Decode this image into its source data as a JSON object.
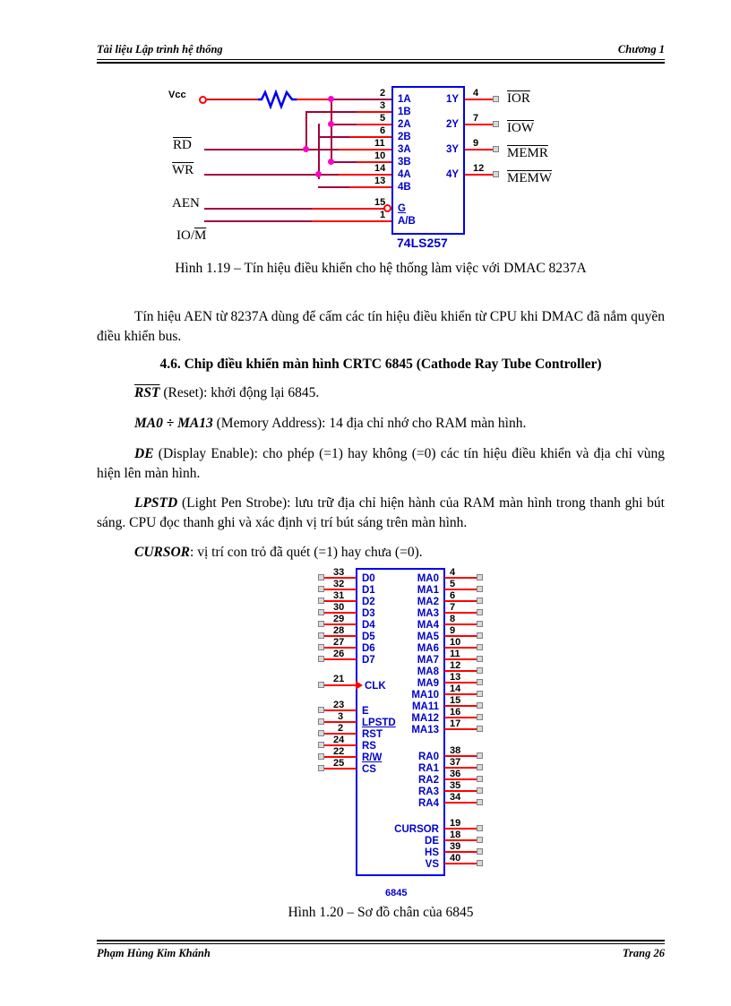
{
  "header": {
    "left": "Tài liệu Lập trình hệ thống",
    "right": "Chương 1"
  },
  "footer": {
    "left": "Phạm Hùng Kim Khánh",
    "right": "Trang 26"
  },
  "figure_1_19": {
    "chip_name": "74LS257",
    "vcc_label": "Vcc",
    "inputs_left": [
      {
        "label": "RD",
        "overline": true
      },
      {
        "label": "WR",
        "overline": true
      },
      {
        "label": "AEN",
        "overline": false
      },
      {
        "label": "IO/M",
        "overline_part": "M"
      }
    ],
    "chip_inputs": [
      {
        "pin": "2",
        "name": "1A"
      },
      {
        "pin": "3",
        "name": "1B"
      },
      {
        "pin": "5",
        "name": "2A"
      },
      {
        "pin": "6",
        "name": "2B"
      },
      {
        "pin": "11",
        "name": "3A"
      },
      {
        "pin": "10",
        "name": "3B"
      },
      {
        "pin": "14",
        "name": "4A"
      },
      {
        "pin": "13",
        "name": "4B"
      }
    ],
    "chip_control": [
      {
        "pin": "15",
        "name": "G",
        "inverted": true
      },
      {
        "pin": "1",
        "name": "A/B",
        "inverted": false
      }
    ],
    "chip_outputs": [
      {
        "pin": "4",
        "name": "1Y",
        "signal": "IOR"
      },
      {
        "pin": "7",
        "name": "2Y",
        "signal": "IOW"
      },
      {
        "pin": "9",
        "name": "3Y",
        "signal": "MEMR"
      },
      {
        "pin": "12",
        "name": "4Y",
        "signal": "MEMW"
      }
    ],
    "caption": "Hình 1.19 – Tín hiệu điều khiển cho hệ thống làm việc với DMAC 8237A"
  },
  "body": {
    "para1": "Tín hiệu AEN từ 8237A dùng để cấm các tín hiệu điều khiển từ CPU khi DMAC đã nắm quyền điều khiển bus.",
    "heading_46": "4.6. Chip điều khiển màn hình CRTC 6845 (Cathode Ray Tube Controller)",
    "items": [
      {
        "term": "RST",
        "term_overline": true,
        "text": " (Reset): khởi động lại 6845."
      },
      {
        "term": "MA0 ÷ MA13",
        "term_overline": false,
        "text": " (Memory Address): 14 địa chỉ nhớ cho RAM màn hình."
      },
      {
        "term": "DE",
        "term_overline": false,
        "text": " (Display Enable): cho phép (=1) hay không (=0) các tín hiệu điều khiển và địa chỉ vùng hiện lên màn hình."
      },
      {
        "term": "LPSTD",
        "term_overline": false,
        "text": " (Light Pen Strobe): lưu trữ địa chỉ hiện hành của RAM màn hình trong thanh ghi bút sáng. CPU đọc thanh ghi và xác định vị trí bút sáng trên màn hình."
      },
      {
        "term": "CURSOR",
        "term_overline": false,
        "text": ": vị trí con trỏ đã quét (=1) hay chưa (=0)."
      }
    ]
  },
  "figure_1_20": {
    "chip_name": "6845",
    "left_data_pins": [
      {
        "pin": "33",
        "name": "D0"
      },
      {
        "pin": "32",
        "name": "D1"
      },
      {
        "pin": "31",
        "name": "D2"
      },
      {
        "pin": "30",
        "name": "D3"
      },
      {
        "pin": "29",
        "name": "D4"
      },
      {
        "pin": "28",
        "name": "D5"
      },
      {
        "pin": "27",
        "name": "D6"
      },
      {
        "pin": "26",
        "name": "D7"
      }
    ],
    "left_clk": {
      "pin": "21",
      "name": "CLK"
    },
    "left_ctrl_pins": [
      {
        "pin": "23",
        "name": "E",
        "bar": false
      },
      {
        "pin": "3",
        "name": "LPSTD",
        "bar": true
      },
      {
        "pin": "2",
        "name": "RST",
        "bar": true
      },
      {
        "pin": "24",
        "name": "RS",
        "bar": true
      },
      {
        "pin": "22",
        "name": "R/W",
        "bar": true
      },
      {
        "pin": "25",
        "name": "CS",
        "bar": true
      }
    ],
    "right_ma_pins": [
      {
        "pin": "4",
        "name": "MA0"
      },
      {
        "pin": "5",
        "name": "MA1"
      },
      {
        "pin": "6",
        "name": "MA2"
      },
      {
        "pin": "7",
        "name": "MA3"
      },
      {
        "pin": "8",
        "name": "MA4"
      },
      {
        "pin": "9",
        "name": "MA5"
      },
      {
        "pin": "10",
        "name": "MA6"
      },
      {
        "pin": "11",
        "name": "MA7"
      },
      {
        "pin": "12",
        "name": "MA8"
      },
      {
        "pin": "13",
        "name": "MA9"
      },
      {
        "pin": "14",
        "name": "MA10"
      },
      {
        "pin": "15",
        "name": "MA11"
      },
      {
        "pin": "16",
        "name": "MA12"
      },
      {
        "pin": "17",
        "name": "MA13"
      }
    ],
    "right_ra_pins": [
      {
        "pin": "38",
        "name": "RA0"
      },
      {
        "pin": "37",
        "name": "RA1"
      },
      {
        "pin": "36",
        "name": "RA2"
      },
      {
        "pin": "35",
        "name": "RA3"
      },
      {
        "pin": "34",
        "name": "RA4"
      }
    ],
    "right_misc_pins": [
      {
        "pin": "19",
        "name": "CURSOR"
      },
      {
        "pin": "18",
        "name": "DE"
      },
      {
        "pin": "39",
        "name": "HS"
      },
      {
        "pin": "40",
        "name": "VS"
      }
    ],
    "caption": "Hình 1.20 – Sơ đồ chân của 6845"
  },
  "colors": {
    "chip_outline": "#0000ee",
    "pin_label": "#0000cc",
    "wire_red": "#ff0000",
    "wire_dark": "#a3003c",
    "junction": "#ff00c8",
    "pad": "#d9d9d9"
  }
}
